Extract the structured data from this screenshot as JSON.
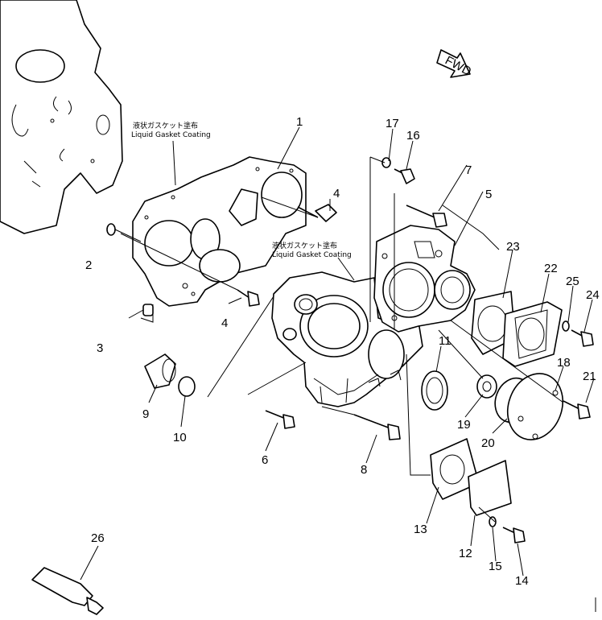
{
  "labels": {
    "p1": "1",
    "p2": "2",
    "p3": "3",
    "p4a": "4",
    "p4b": "4",
    "p5": "5",
    "p6": "6",
    "p7": "7",
    "p8": "8",
    "p9": "9",
    "p10": "10",
    "p11": "11",
    "p12": "12",
    "p13": "13",
    "p14": "14",
    "p15": "15",
    "p16": "16",
    "p17": "17",
    "p18": "18",
    "p19": "19",
    "p20": "20",
    "p21": "21",
    "p22": "22",
    "p23": "23",
    "p24": "24",
    "p25": "25",
    "p26": "26"
  },
  "notes": {
    "left_jp": "液状ガスケット塗布",
    "left_en": "Liquid Gasket Coating",
    "center_jp": "液状ガスケット塗布",
    "center_en": "Liquid Gasket Coating"
  },
  "fwd": "FWD"
}
